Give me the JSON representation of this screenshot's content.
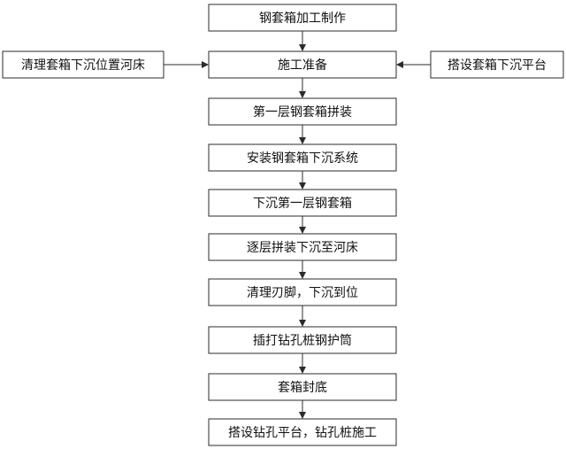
{
  "flow": {
    "main_steps": [
      "钢套箱加工制作",
      "施工准备",
      "第一层钢套箱拼装",
      "安装钢套箱下沉系统",
      "下沉第一层钢套箱",
      "逐层拼装下沉至河床",
      "清理刃脚，下沉到位",
      "插打钻孔桩钢护筒",
      "套箱封底",
      "搭设钻孔平台，钻孔桩施工"
    ],
    "left_input": "清理套箱下沉位置河床",
    "right_input": "搭设套箱下沉平台"
  },
  "colors": {
    "stroke": "#2b2b2b",
    "text": "#111111",
    "background": "#ffffff"
  }
}
